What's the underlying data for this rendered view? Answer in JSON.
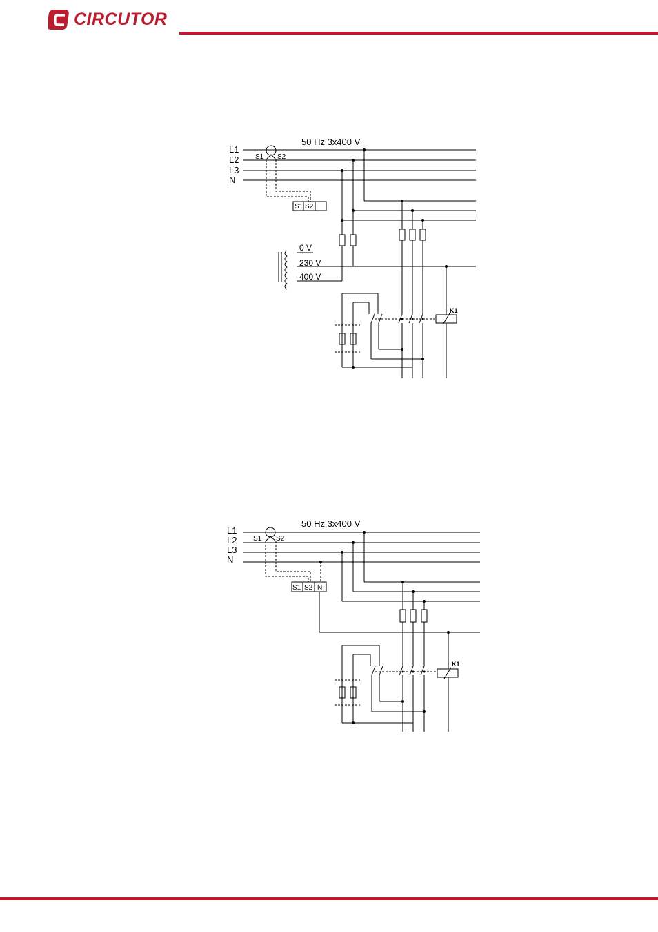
{
  "header": {
    "brand": "CIRCUTOR",
    "brand_color": "#b81c2e",
    "rule_color": "#b81c2e"
  },
  "footer": {
    "rule_color": "#b81c2e"
  },
  "diagram1": {
    "supply": "50 Hz 3x400 V",
    "lines": [
      "L1",
      "L2",
      "L3",
      "N"
    ],
    "ct_s1": "S1",
    "ct_s2": "S2",
    "term_s1": "S1",
    "term_s2": "S2",
    "tap_0": "0 V",
    "tap_230": "230 V",
    "tap_400": "400 V",
    "contactor": "K1"
  },
  "diagram2": {
    "supply": "50 Hz 3x400 V",
    "lines": [
      "L1",
      "L2",
      "L3",
      "N"
    ],
    "ct_s1": "S1",
    "ct_s2": "S2",
    "term_s1": "S1",
    "term_s2": "S2",
    "term_n": "N",
    "contactor": "K1"
  }
}
